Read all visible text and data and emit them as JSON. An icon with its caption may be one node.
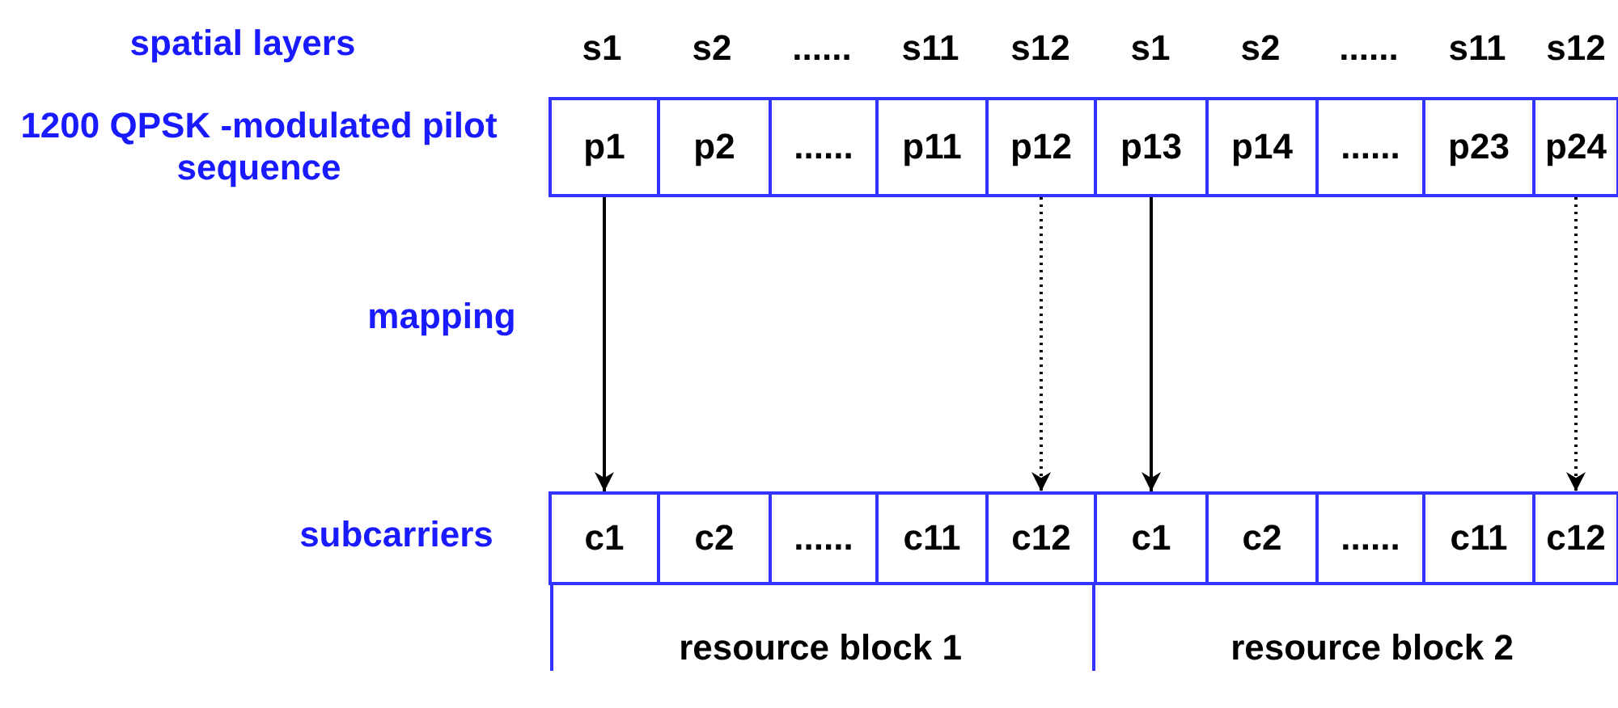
{
  "diagram": {
    "nodes": [
      {
        "text": [
          "p1"
        ]
      },
      {
        "text": [
          "p2"
        ]
      },
      {
        "text": [
          "......"
        ]
      },
      {
        "text": [
          "p11"
        ]
      },
      {
        "text": [
          "p12"
        ]
      },
      {
        "text": [
          "p13"
        ]
      },
      {
        "text": [
          "p14"
        ]
      },
      {
        "text": [
          "......"
        ]
      },
      {
        "text": [
          "p23"
        ]
      },
      {
        "text": [
          "p24"
        ]
      },
      {
        "text": [
          "c1"
        ]
      },
      {
        "text": [
          "c2"
        ]
      },
      {
        "text": [
          "......"
        ]
      },
      {
        "text": [
          "c11"
        ]
      },
      {
        "text": [
          "c12"
        ]
      },
      {
        "text": [
          "c1"
        ]
      },
      {
        "text": [
          "c2"
        ]
      },
      {
        "text": [
          "......"
        ]
      },
      {
        "text": [
          "c11"
        ]
      },
      {
        "text": [
          "c12"
        ]
      }
    ],
    "edges": [
      {
        "from": 0,
        "to": 10,
        "arrow": "to"
      },
      {
        "from": 4,
        "to": 14,
        "arrow": "to",
        "style": "dashed"
      },
      {
        "from": 5,
        "to": 15,
        "arrow": "to"
      },
      {
        "from": 9,
        "to": 19,
        "arrow": "to",
        "style": "dashed"
      }
    ],
    "labels": [
      "spatial layers",
      "s1",
      "s2",
      "......",
      "s11",
      "s12",
      "s1",
      "s2",
      "......",
      "s11",
      "s12",
      "1200 QPSK -modulated pilot sequence",
      "mapping",
      "subcarriers",
      "resource block 1",
      "resource block 2"
    ]
  }
}
